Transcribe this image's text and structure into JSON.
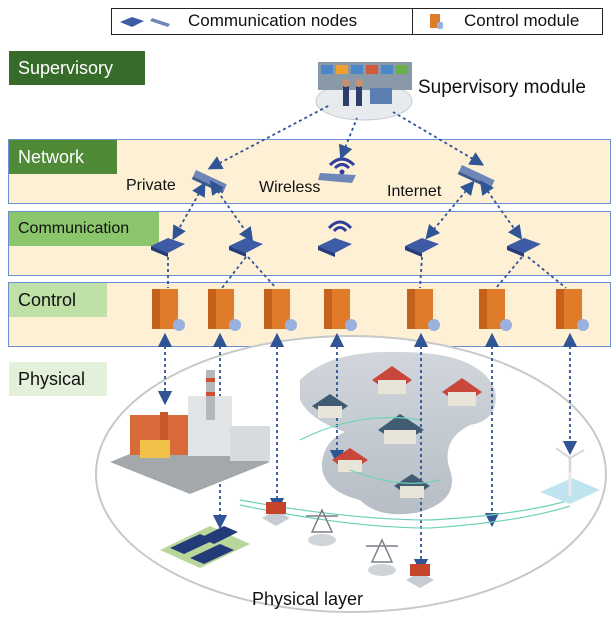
{
  "legend": {
    "nodes_label": "Communication nodes",
    "control_label": "Control module"
  },
  "layers": {
    "supervisory": "Supervisory",
    "network": "Network",
    "communication": "Communication",
    "control": "Control",
    "physical": "Physical"
  },
  "labels": {
    "supervisory_module": "Supervisory module",
    "private": "Private",
    "wireless": "Wireless",
    "internet": "Internet",
    "physical_layer": "Physical layer"
  },
  "colors": {
    "band_fill": "#fdf0d5",
    "band_border": "#6c8fd2",
    "supervisory_label": "#376b2a",
    "network_label": "#4f8a37",
    "communication_label": "#8bc66c",
    "control_label": "#bfe0a6",
    "physical_label": "#e3f0da",
    "link": "#2f5596",
    "node": "#3e5ba6",
    "module": "#e07b2a"
  }
}
